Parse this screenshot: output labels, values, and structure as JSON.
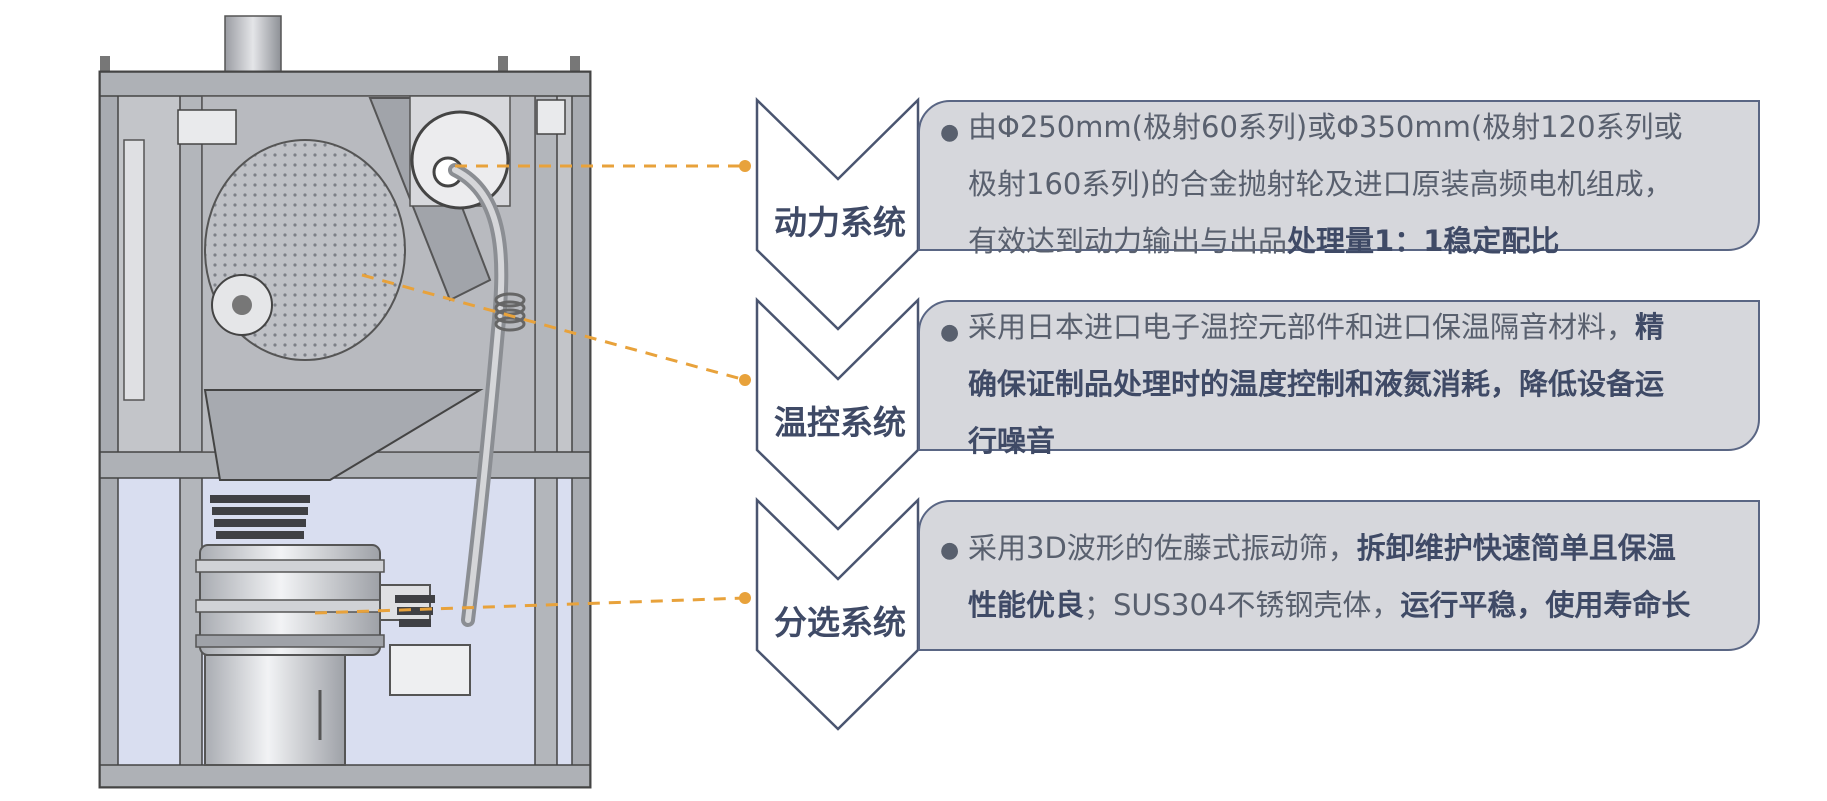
{
  "colors": {
    "leader": "#e8a23b",
    "chevron_stroke": "#4a5570",
    "box_fill": "#d6d7dc",
    "box_stroke": "#5a6684",
    "label": "#3f4a66",
    "text": "#59606e"
  },
  "sections": [
    {
      "label": "动力系统",
      "lines": [
        [
          {
            "t": "由Φ250mm(极射60系列)或Φ350mm(极射120系列或",
            "bold": false
          }
        ],
        [
          {
            "t": "极射160系列)的合金抛射轮及进口原装高频电机组成，",
            "bold": false
          }
        ],
        [
          {
            "t": "有效达到动力输出与出品",
            "bold": false
          },
          {
            "t": "处理量1：1稳定配比",
            "bold": true
          }
        ]
      ]
    },
    {
      "label": "温控系统",
      "lines": [
        [
          {
            "t": "采用日本进口电子温控元部件和进口保温隔音材料，",
            "bold": false
          },
          {
            "t": "精",
            "bold": true
          }
        ],
        [
          {
            "t": "确保证制品处理时的温度控制和液氮消耗，降低设备运",
            "bold": true
          }
        ],
        [
          {
            "t": "行噪音",
            "bold": true
          }
        ]
      ]
    },
    {
      "label": "分选系统",
      "lines": [
        [
          {
            "t": "采用3D波形的佐藤式振动筛，",
            "bold": false
          },
          {
            "t": "拆卸维护快速简单且保温",
            "bold": true
          }
        ],
        [
          {
            "t": "性能优良",
            "bold": true
          },
          {
            "t": "；SUS304不锈钢壳体，",
            "bold": false
          },
          {
            "t": "运行平稳，使用寿命长",
            "bold": true
          }
        ]
      ]
    }
  ]
}
